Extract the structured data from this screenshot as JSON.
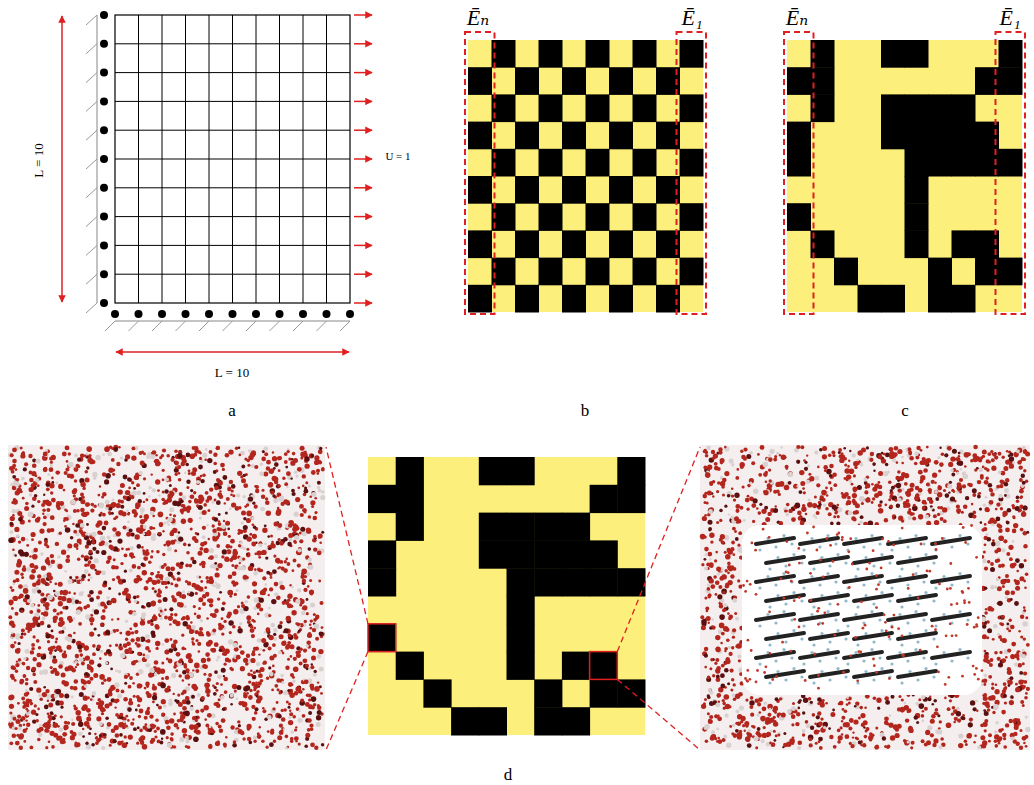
{
  "diagram": {
    "labels": [
      "L = 10",
      "L = 10",
      "U = 1",
      "a",
      "Ēₙ",
      "Ē₁",
      "b",
      "Ēₙ",
      "Ē₁",
      "c",
      "d"
    ]
  }
}
